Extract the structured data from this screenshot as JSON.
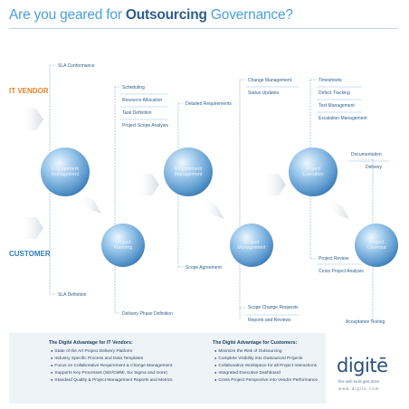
{
  "header": {
    "title_prefix": "Are you geared for ",
    "title_emphasis": "Outsourcing",
    "title_suffix": " Governance?"
  },
  "lanes": {
    "it_vendor": "IT VENDOR",
    "customer": "CUSTOMER"
  },
  "phases": {
    "engagement": {
      "line1": "Engagement",
      "line2": "Management"
    },
    "planning": {
      "line1": "Project",
      "line2": "Planning"
    },
    "requirement": {
      "line1": "Requirement",
      "line2": "Management"
    },
    "project_mgmt": {
      "line1": "Project",
      "line2": "Management"
    },
    "execution": {
      "line1": "Project",
      "line2": "Execution"
    },
    "closeout": {
      "line1": "Project",
      "line2": "Closeout"
    }
  },
  "labels": {
    "sla_conformance": "SLA Conformance",
    "scheduling": "Scheduling",
    "resource_allocation": "Resource Allocation",
    "task_definition": "Task Definition",
    "project_scope_analysis": "Project Scope Analysis",
    "detailed_requirements": "Detailed Requirements",
    "change_management": "Change Management",
    "status_updates": "Status Updates",
    "timesheets": "Timesheets",
    "defect_tracking": "Defect Tracking",
    "test_management": "Test Management",
    "escalation_management": "Escalation Management",
    "documentation": "Documentation",
    "delivery": "Delivery",
    "scope_agreement": "Scope Agreement",
    "project_review": "Project Review",
    "cross_project_analysis": "Cross Project Analysis",
    "sla_definition": "SLA Definition",
    "delivery_phase_definition": "Delivery Phase Definition",
    "scope_change_requests": "Scope Change Requests",
    "reports_and_reviews": "Reports and Reviews",
    "acceptance_testing": "Acceptance Testing"
  },
  "advantages": {
    "vendors": {
      "title": "The Digité Advantage for IT Vendors:",
      "items": [
        "State of the Art Project Delivery Platform",
        "Industry Specific Process and Data Templates",
        "Focus on Collaborative Requirement & Change Management",
        "Supports Key Processes (SEI/CMMi, Six Sigma and more)",
        "Standard Quality & Project Management Reports and Metrics"
      ]
    },
    "customers": {
      "title": "The Digité Advantage for Customers:",
      "items": [
        "Minimize the Risk of Outsourcing",
        "Complete Visibility into Outsourced Projects",
        "Collaborative Workspace for all Project Interactions",
        "Integrated Executive Dashboard",
        "Cross Project Perspective into Vendor Performance"
      ]
    }
  },
  "logo": {
    "word": "digitē",
    "tagline": "fine web tools gets done",
    "url": "w w w . d i g i t e . c o m"
  },
  "colors": {
    "title_light": "#4aa0d8",
    "title_dark": "#2e5e8c",
    "vendor_orange": "#e8822a",
    "customer_blue": "#2e7fbf",
    "sphere": "#8fbfe6",
    "label_text": "#2e5e8c"
  }
}
